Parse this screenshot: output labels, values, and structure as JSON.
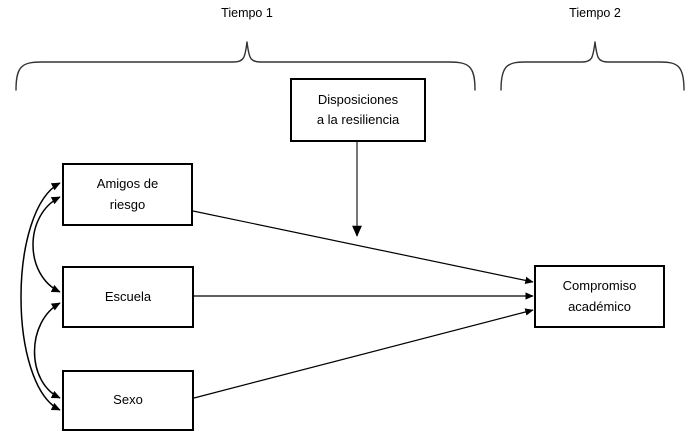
{
  "diagram": {
    "type": "path-model",
    "title": "",
    "background_color": "#ffffff",
    "line_color": "#000000",
    "text_color": "#000000",
    "periods": [
      {
        "id": "tiempo-1",
        "label": "Tiempo 1"
      },
      {
        "id": "tiempo-2",
        "label": "Tiempo 2"
      }
    ],
    "nodes": [
      {
        "id": "disposiciones",
        "label": "Disposiciones\na la resiliencia"
      },
      {
        "id": "amigos",
        "label": "Amigos de\nriesgo"
      },
      {
        "id": "escuela",
        "label": "Escuela"
      },
      {
        "id": "sexo",
        "label": "Sexo"
      },
      {
        "id": "compromiso",
        "label": "Compromiso\nacadémico"
      }
    ],
    "edges": [
      {
        "id": "amigos-to-compromiso",
        "from": "amigos",
        "to": "compromiso",
        "style": "straight",
        "arrowheads": "single"
      },
      {
        "id": "escuela-to-compromiso",
        "from": "escuela",
        "to": "compromiso",
        "style": "straight",
        "arrowheads": "single"
      },
      {
        "id": "sexo-to-compromiso",
        "from": "sexo",
        "to": "compromiso",
        "style": "straight",
        "arrowheads": "single"
      },
      {
        "id": "disposiciones-moderation",
        "from": "disposiciones",
        "to": "amigos-to-compromiso",
        "style": "straight",
        "arrowheads": "single"
      },
      {
        "id": "amigos-escuela-covariance",
        "from": "amigos",
        "to": "escuela",
        "style": "curved",
        "arrowheads": "double"
      },
      {
        "id": "escuela-sexo-covariance",
        "from": "escuela",
        "to": "sexo",
        "style": "curved",
        "arrowheads": "double"
      },
      {
        "id": "amigos-sexo-covariance",
        "from": "amigos",
        "to": "sexo",
        "style": "curved",
        "arrowheads": "double"
      }
    ]
  }
}
